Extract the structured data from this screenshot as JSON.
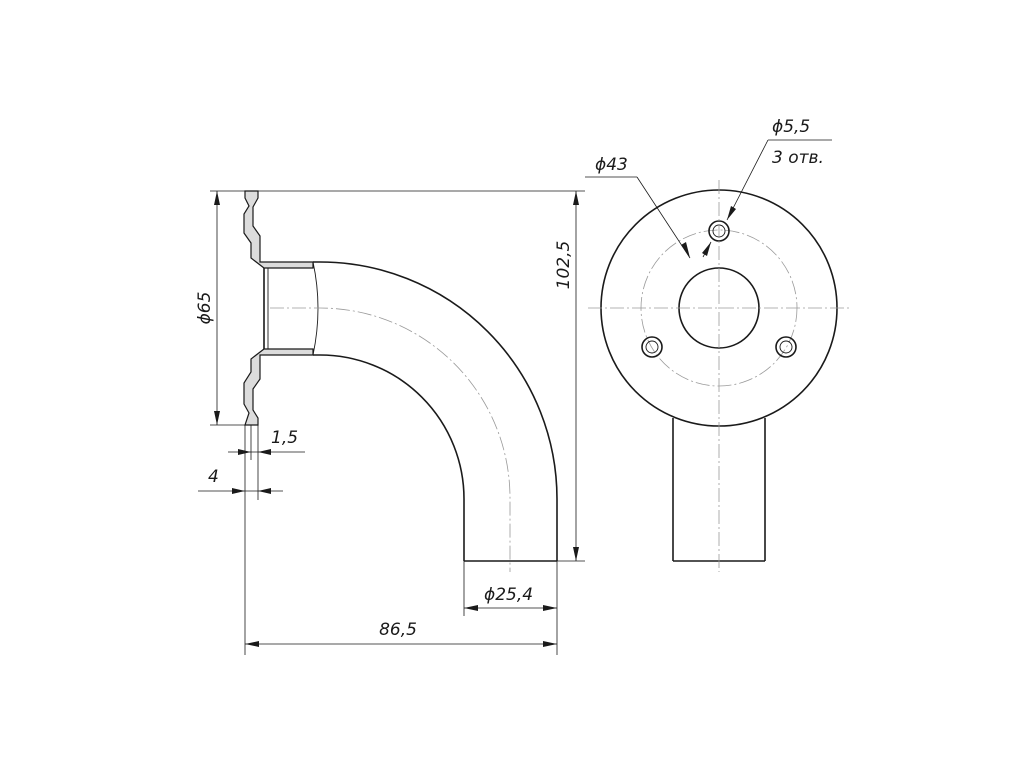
{
  "dimensions": {
    "flange_diameter": "ϕ65",
    "height": "102,5",
    "wall_thickness": "1,5",
    "flange_thickness": "4",
    "tube_diameter": "ϕ25,4",
    "overall_length": "86,5",
    "bolt_circle_diameter": "ϕ43",
    "hole_diameter": "ϕ5,5",
    "hole_count": "3 отв."
  },
  "colors": {
    "line": "#1a1a1a",
    "centerline": "#9a9a9a",
    "section_fill": "#dcdcdc"
  }
}
